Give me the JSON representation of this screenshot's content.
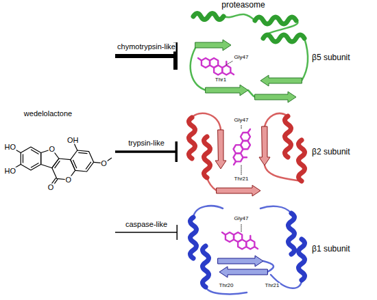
{
  "diagram": {
    "title": "proteasome",
    "nodes": [
      {
        "text": [
          "wedelolactone"
        ]
      },
      {
        "text": [
          "β5 subunit"
        ]
      },
      {
        "text": [
          "β2 subunit"
        ]
      },
      {
        "text": [
          "β1 subunit"
        ]
      }
    ],
    "edges": [
      {
        "from": 0,
        "to": 1,
        "arrow": "to",
        "label": "chymotrypsin-like"
      },
      {
        "from": 0,
        "to": 2,
        "arrow": "to",
        "label": "trypsin-like"
      },
      {
        "from": 0,
        "to": 3,
        "arrow": "to",
        "label": "caspase-like"
      }
    ],
    "labels": [
      "OH",
      "HO",
      "O",
      "HO",
      "O",
      "O",
      "O",
      "Gly47",
      "Thr1",
      "Gly47",
      "Thr21",
      "Gly47",
      "Thr20",
      "Thr21"
    ]
  }
}
